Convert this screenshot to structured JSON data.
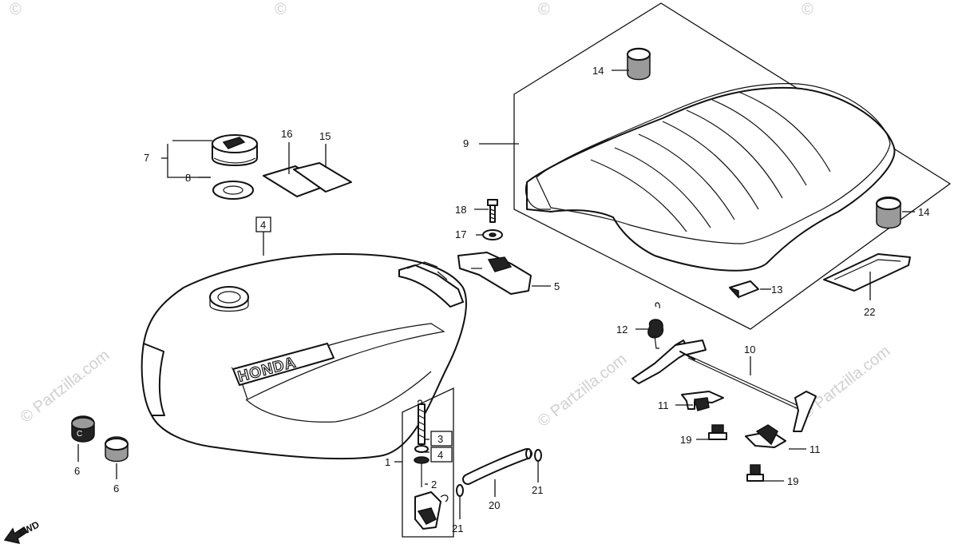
{
  "callouts": {
    "c1": "1",
    "c2": "2",
    "c3": "3",
    "c4_box": "4",
    "c4_small": "4",
    "c5": "5",
    "c6a": "6",
    "c6b": "6",
    "c7": "7",
    "c8": "8",
    "c9": "9",
    "c10": "10",
    "c11a": "11",
    "c11b": "11",
    "c12": "12",
    "c13": "13",
    "c14a": "14",
    "c14b": "14",
    "c15": "15",
    "c16": "16",
    "c17": "17",
    "c18": "18",
    "c19a": "19",
    "c19b": "19",
    "c20": "20",
    "c21a": "21",
    "c21b": "21",
    "c22": "22"
  },
  "tank_logo": "HONDA",
  "fwd_label": "FWD",
  "watermark": {
    "side": "© Partzilla.com",
    "mid": "© Partzilla.com",
    "top": "©"
  }
}
